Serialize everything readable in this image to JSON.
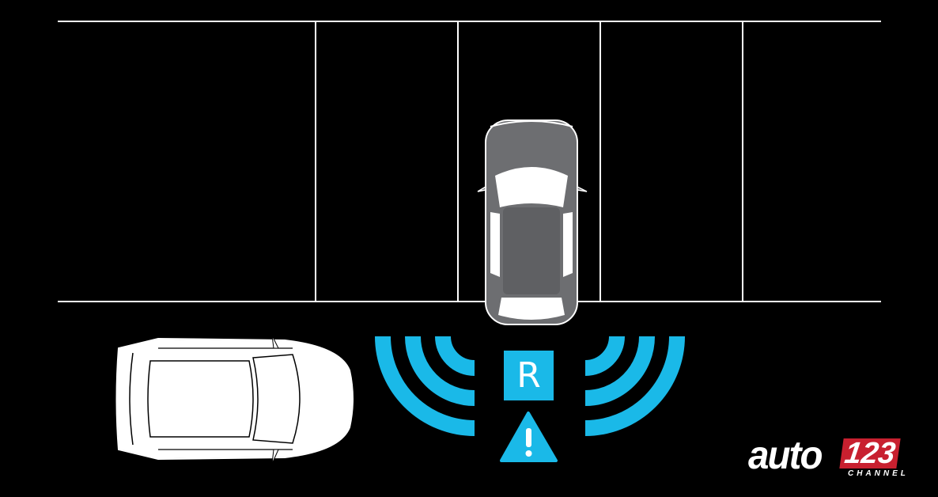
{
  "scene": {
    "title": "Rear cross-traffic alert while reversing out of a parking space",
    "gear_indicator": "R",
    "warning_icon": "warning-triangle-icon",
    "accent_color": "#1ab9e8"
  },
  "logo": {
    "word": "auto",
    "number": "123",
    "sub": "CHANNEL",
    "brand_color": "#c8202f"
  }
}
